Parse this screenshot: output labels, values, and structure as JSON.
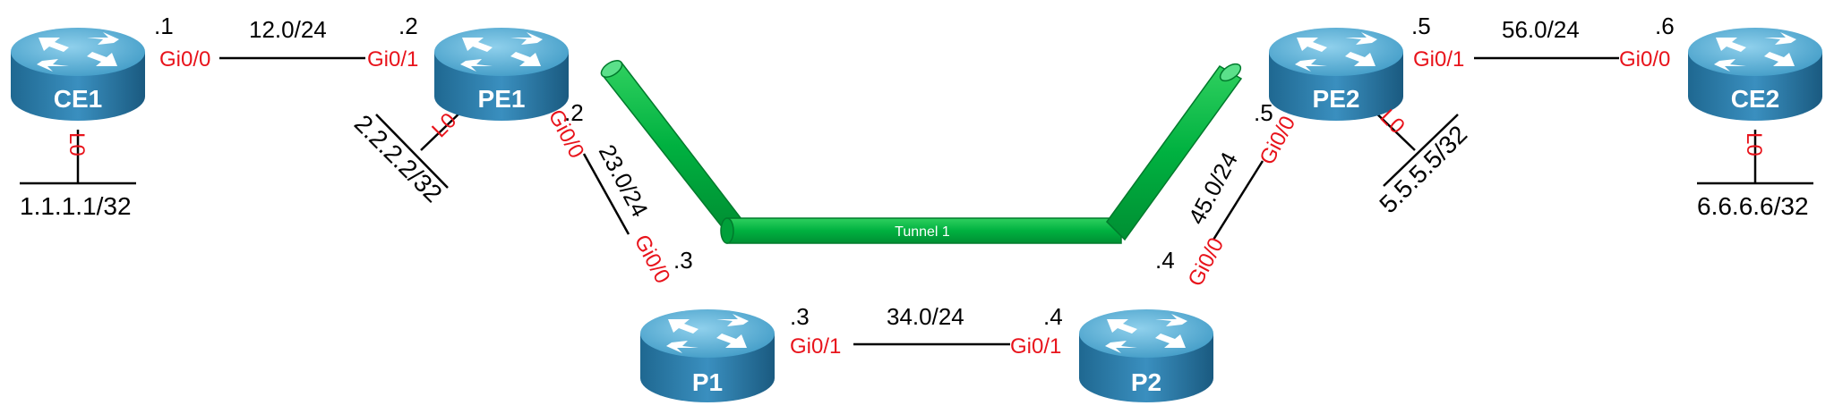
{
  "routers": [
    {
      "id": "ce1",
      "name": "CE1"
    },
    {
      "id": "pe1",
      "name": "PE1"
    },
    {
      "id": "p1",
      "name": "P1"
    },
    {
      "id": "p2",
      "name": "P2"
    },
    {
      "id": "pe2",
      "name": "PE2"
    },
    {
      "id": "ce2",
      "name": "CE2"
    }
  ],
  "subnets": {
    "ce1_pe1": "12.0/24",
    "pe1_p1": "23.0/24",
    "p1_p2": "34.0/24",
    "p2_pe2": "45.0/24",
    "pe2_ce2": "56.0/24"
  },
  "host_ids": {
    "ce1": ".1",
    "pe1_left": ".2",
    "pe1_down": ".2",
    "p1_up": ".3",
    "p1_right": ".3",
    "p2_left": ".4",
    "p2_up": ".4",
    "pe2_down": ".5",
    "pe2_right": ".5",
    "ce2": ".6"
  },
  "interfaces": {
    "ce1_gi": "Gi0/0",
    "pe1_gi01": "Gi0/1",
    "pe1_gi00": "Gi0/0",
    "p1_gi00": "Gi0/0",
    "p1_gi01": "Gi0/1",
    "p2_gi01": "Gi0/1",
    "p2_gi00": "Gi0/0",
    "pe2_gi00": "Gi0/0",
    "pe2_gi01": "Gi0/1",
    "ce2_gi": "Gi0/0",
    "loopback": "L0"
  },
  "loopbacks": {
    "ce1": "1.1.1.1/32",
    "pe1": "2.2.2.2/32",
    "pe2": "5.5.5.5/32",
    "ce2": "6.6.6.6/32"
  },
  "tunnel": {
    "label": "Tunnel 1",
    "color": "#00b140"
  },
  "colors": {
    "interface": "#e8131b",
    "router_body": "#2a7ba6",
    "router_top": "#5cb0d6"
  }
}
